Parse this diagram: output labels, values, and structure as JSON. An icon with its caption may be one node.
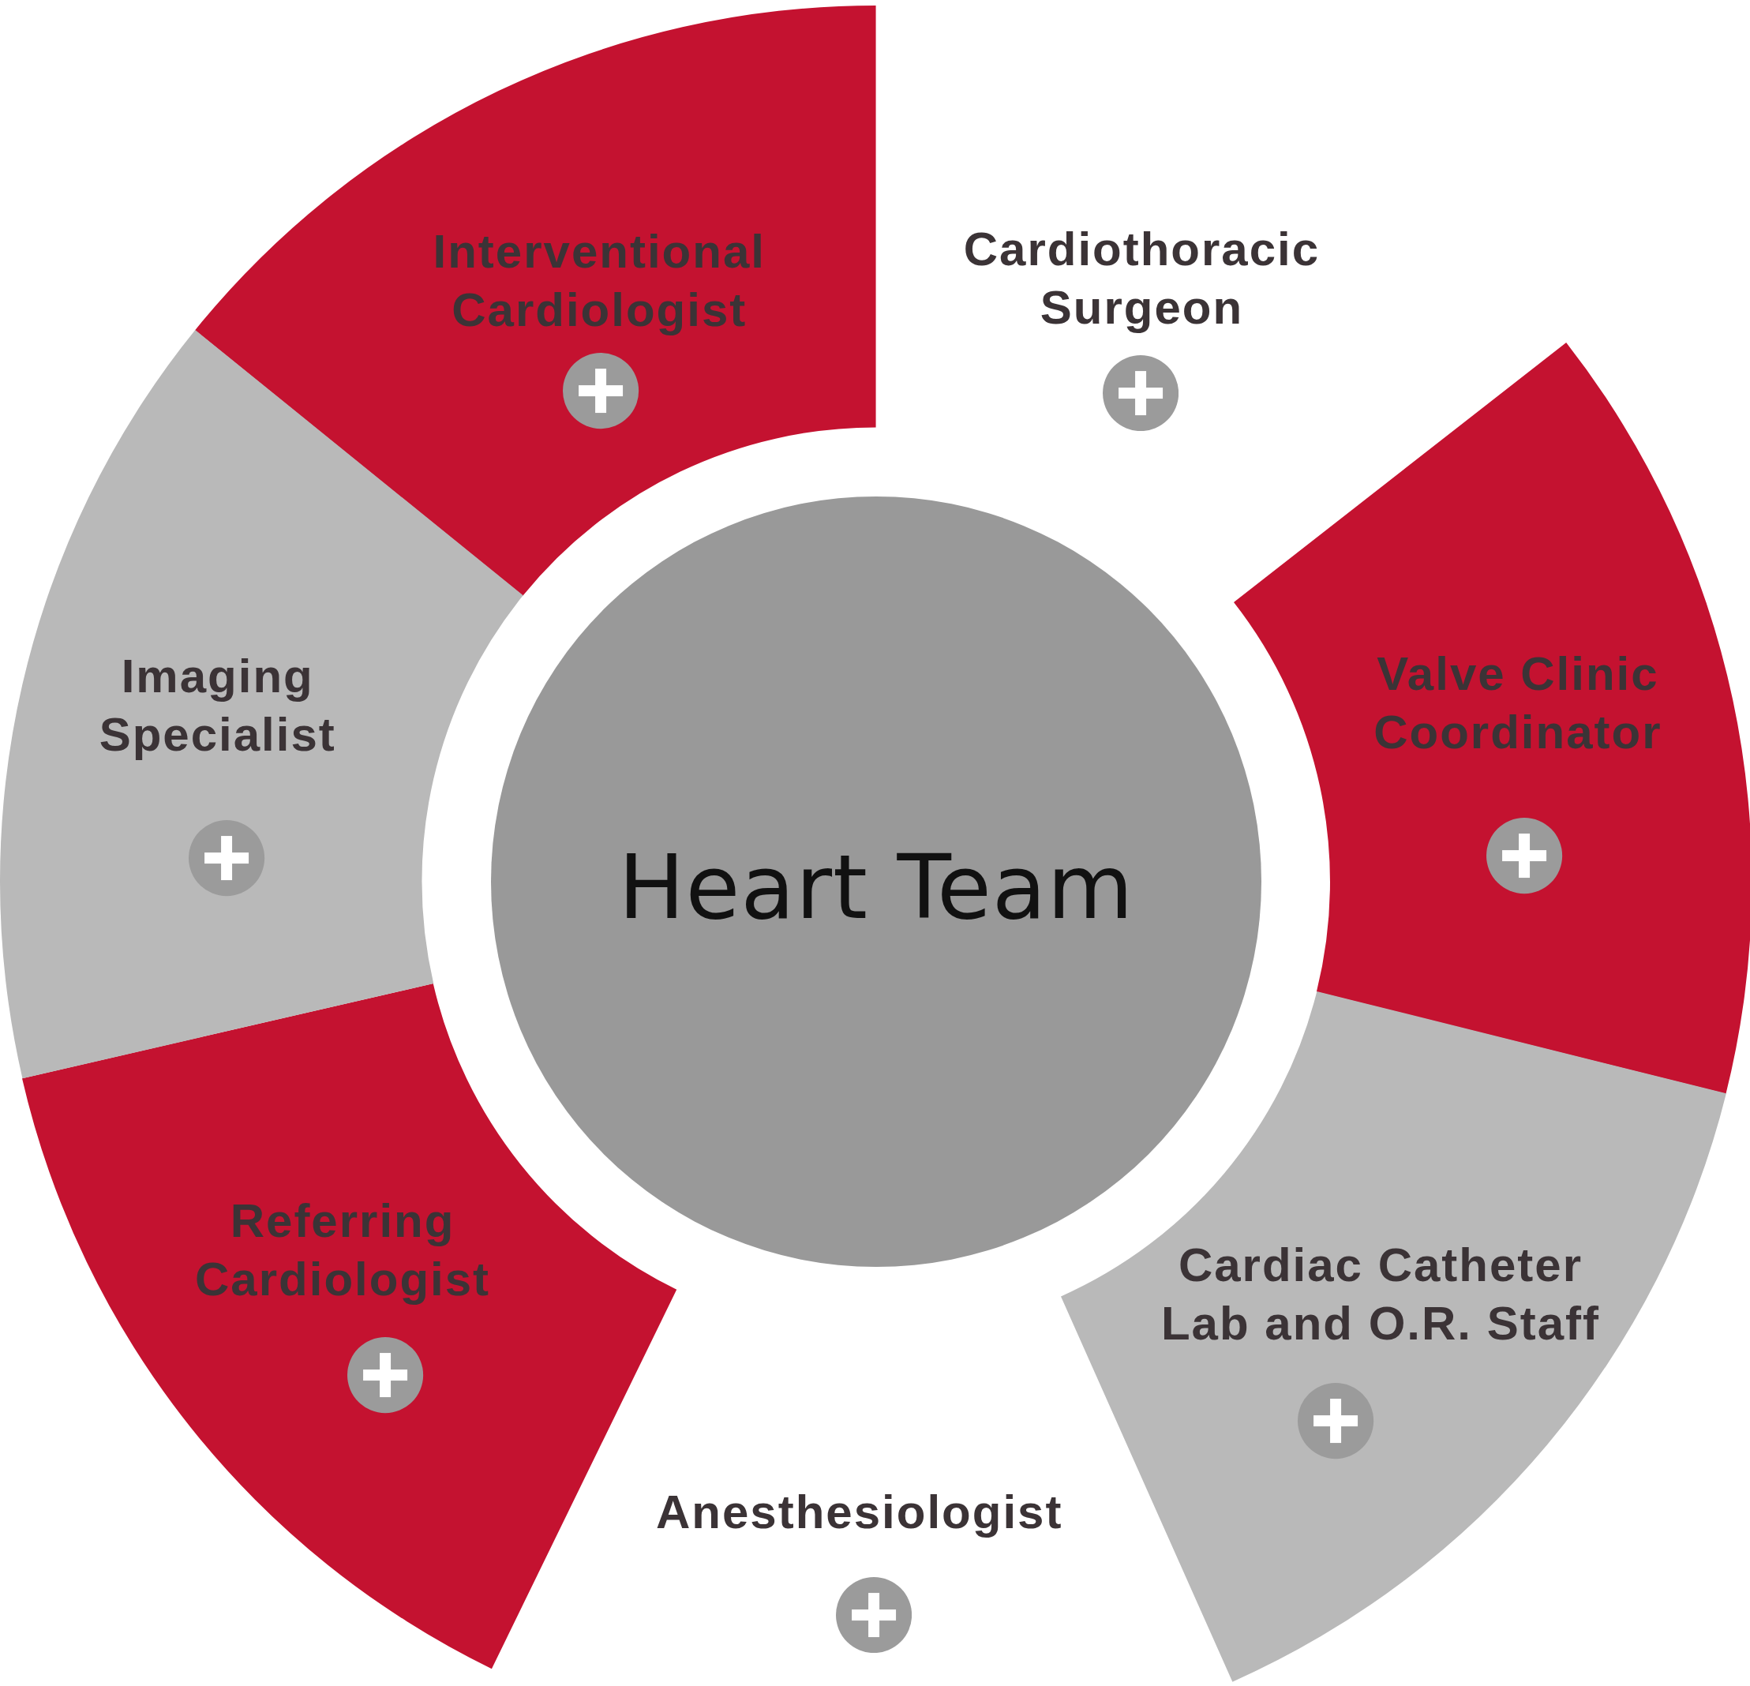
{
  "diagram": {
    "nodes": [
      {
        "text": [
          "Heart Team"
        ]
      },
      {
        "text": [
          "Interventional Cardiologist"
        ]
      },
      {
        "text": [
          "Valve Clinic Coordinator"
        ]
      },
      {
        "text": [
          "Cardiac Catheter Lab and O.R. Staff"
        ]
      },
      {
        "text": [
          "Referring Cardiologist"
        ]
      },
      {
        "text": [
          "Imaging Specialist"
        ]
      }
    ],
    "edges": [],
    "labels": [
      "Cardiothoracic Surgeon",
      "Anesthesiologist"
    ]
  }
}
